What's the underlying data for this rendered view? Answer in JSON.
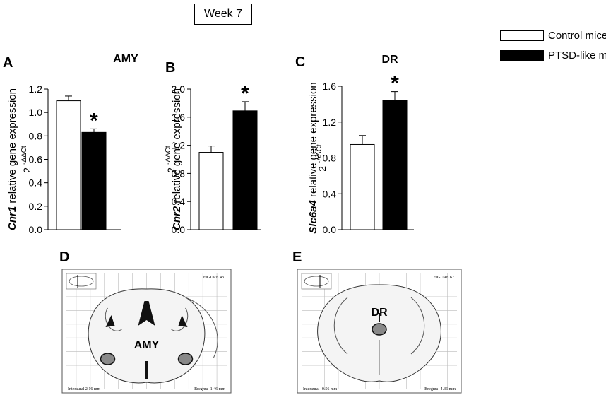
{
  "header": {
    "week_label": "Week 7"
  },
  "legend": [
    {
      "label": "Control mice",
      "fill": "#ffffff"
    },
    {
      "label": "PTSD-like mice",
      "fill": "#000000"
    }
  ],
  "region_labels": {
    "amy": "AMY",
    "dr": "DR"
  },
  "chart_data": [
    {
      "type": "bar",
      "panel": "A",
      "title": "AMY",
      "gene": "Cnr1",
      "ylabel": "relative gene expression",
      "ylabel_formula": "2",
      "ylabel_superscript": "-ΔΔCt",
      "categories": [
        "Control mice",
        "PTSD-like mice"
      ],
      "values": [
        1.1,
        0.83
      ],
      "errors": [
        0.04,
        0.03
      ],
      "significance": [
        "",
        "*"
      ],
      "ylim": [
        0,
        1.2
      ],
      "yticks": [
        "0.0",
        "0.2",
        "0.4",
        "0.6",
        "0.8",
        "1.0",
        "1.2"
      ]
    },
    {
      "type": "bar",
      "panel": "B",
      "title": "",
      "gene": "Cnr2",
      "ylabel": "relative gene expression",
      "ylabel_formula": "2",
      "ylabel_superscript": "-ΔΔCt",
      "categories": [
        "Control mice",
        "PTSD-like mice"
      ],
      "values": [
        1.1,
        1.69
      ],
      "errors": [
        0.09,
        0.13
      ],
      "significance": [
        "",
        "*"
      ],
      "ylim": [
        0,
        2.0
      ],
      "yticks": [
        "0.0",
        "0.4",
        "0.8",
        "1.2",
        "1.6",
        "2.0"
      ]
    },
    {
      "type": "bar",
      "panel": "C",
      "title": "DR",
      "gene": "Slc6a4",
      "ylabel": "relative gene expression",
      "ylabel_formula": "2",
      "ylabel_superscript": "-ΔΔCt",
      "categories": [
        "Control mice",
        "PTSD-like mice"
      ],
      "values": [
        0.95,
        1.44
      ],
      "errors": [
        0.1,
        0.1
      ],
      "significance": [
        "",
        "*"
      ],
      "ylim": [
        0,
        1.6
      ],
      "yticks": [
        "0.0",
        "0.4",
        "0.8",
        "1.2",
        "1.6"
      ]
    }
  ],
  "atlas": [
    {
      "panel": "D",
      "figure_label": "FIGURE 43",
      "interaural": "Interaural 2.16 mm",
      "bregma": "Bregma -1.46 mm",
      "region": "AMY"
    },
    {
      "panel": "E",
      "figure_label": "FIGURE 67",
      "interaural": "Interaural -0.56 mm",
      "bregma": "Bregma -4.36 mm",
      "region": "DR"
    }
  ]
}
